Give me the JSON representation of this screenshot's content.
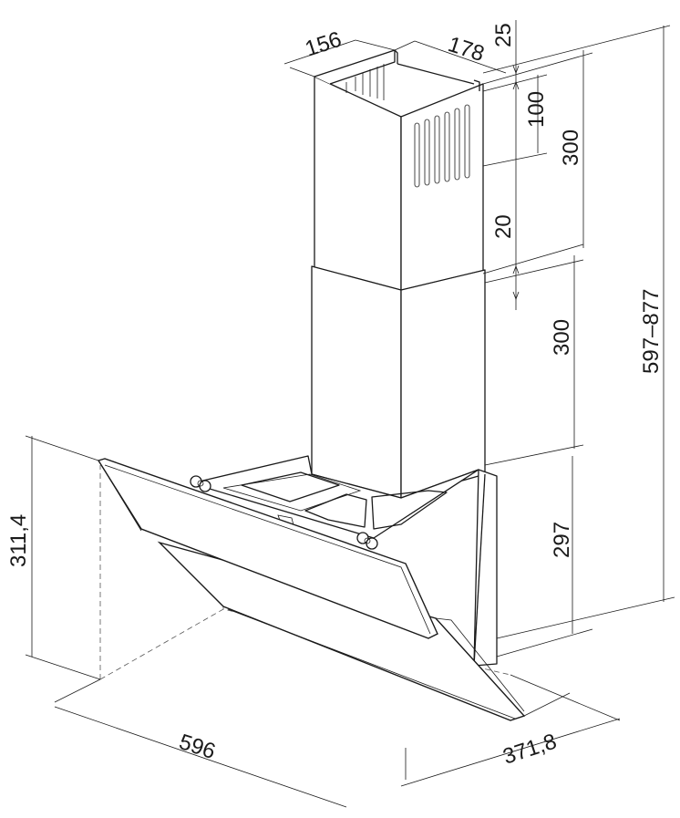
{
  "dimensions": {
    "chimney_depth": "156",
    "chimney_width": "178",
    "top_offset": "25",
    "vent_height": "100",
    "upper_chimney_height": "300",
    "overlap": "20",
    "lower_chimney_height": "300",
    "body_height": "297",
    "total_height": "597–877",
    "glass_height": "311,4",
    "width": "596",
    "depth": "371,8"
  },
  "colors": {
    "line": "#1a1a1a",
    "background": "#ffffff"
  }
}
